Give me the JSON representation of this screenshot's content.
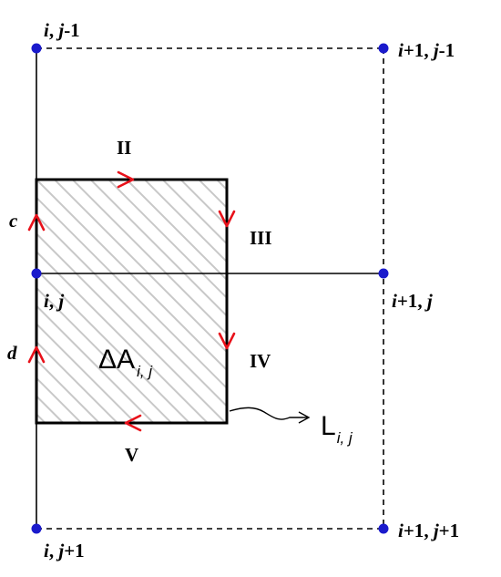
{
  "nodes": {
    "top_left": {
      "i": "i",
      "sep": ", ",
      "j": "j",
      "suffix": "-1"
    },
    "top_right": {
      "i": "i",
      "isuf": "+1",
      "sep": ", ",
      "j": "j",
      "suffix": "-1"
    },
    "center": {
      "i": "i",
      "sep": ", ",
      "j": "j",
      "suffix": ""
    },
    "center_right": {
      "i": "i",
      "isuf": "+1",
      "sep": ", ",
      "j": "j",
      "suffix": ""
    },
    "bottom_left": {
      "i": "i",
      "sep": ", ",
      "j": "j",
      "suffix": "+1"
    },
    "bottom_right": {
      "i": "i",
      "isuf": "+1",
      "sep": ", ",
      "j": "j",
      "suffix": "+1"
    }
  },
  "segments": {
    "c": "c",
    "d": "d",
    "II": "II",
    "III": "III",
    "IV": "IV",
    "V": "V"
  },
  "area": {
    "symbol": "ΔA",
    "subscript": "i, j"
  },
  "boundary": {
    "symbol": "L",
    "subscript": "i, j"
  },
  "colors": {
    "node": "#1a1acc",
    "arrow": "#e8111a",
    "hatch": "#c8c8c8"
  }
}
